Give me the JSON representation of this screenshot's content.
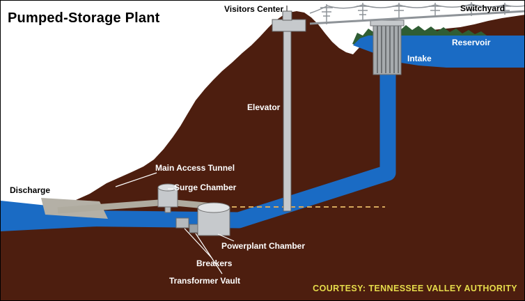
{
  "diagram": {
    "title": "Pumped-Storage Plant",
    "courtesy": "COURTESY: TENNESSEE VALLEY AUTHORITY",
    "labels": {
      "visitors_center": "Visitors Center",
      "switchyard": "Switchyard",
      "reservoir": "Reservoir",
      "intake": "Intake",
      "elevator": "Elevator",
      "main_access_tunnel": "Main Access Tunnel",
      "surge_chamber": "Surge Chamber",
      "discharge": "Discharge",
      "powerplant_chamber": "Powerplant Chamber",
      "breakers": "Breakers",
      "transformer_vault": "Transformer Vault"
    },
    "colors": {
      "mountain": "#4D1E0F",
      "water": "#1A6BC4",
      "vegetation": "#2F5D33",
      "structure_gray": "#C6C9CC",
      "tower_line_gray": "#8E9398",
      "dashed_line": "#D6A85C",
      "courtesy_text": "#E6DC4B",
      "label_light": "#FFFFFF",
      "label_dark": "#000000"
    }
  }
}
